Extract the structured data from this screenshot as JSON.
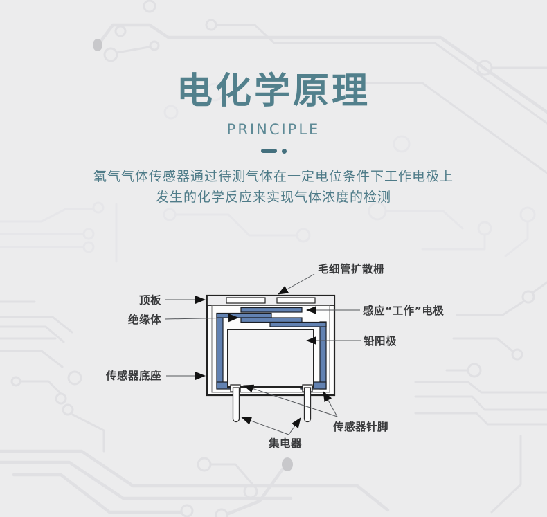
{
  "header": {
    "title": "电化学原理",
    "subtitle": "PRINCIPLE",
    "description_line1": "氧气气体传感器通过待测气体在一定电位条件下工作电极上",
    "description_line2": "发生的化学反应来实现气体浓度的检测"
  },
  "diagram": {
    "labels": {
      "capillary": "毛细管扩散栅",
      "top_plate": "顶板",
      "insulator": "绝缘体",
      "working_electrode": "感应“工作”电极",
      "lead_anode": "铅阳极",
      "sensor_base": "传感器底座",
      "sensor_pins": "传感器针脚",
      "collector": "集电器"
    }
  },
  "colors": {
    "background": "#ECECED",
    "accent_teal": "#52808C",
    "subtitle_teal": "#5E8A96",
    "text_teal": "#4E7B88",
    "divider_teal": "#44707E",
    "label_color": "#38393B",
    "electrode_blue": "#6282B2",
    "diagram_outline": "#232323",
    "circuit_line": "#E0E0E3"
  }
}
